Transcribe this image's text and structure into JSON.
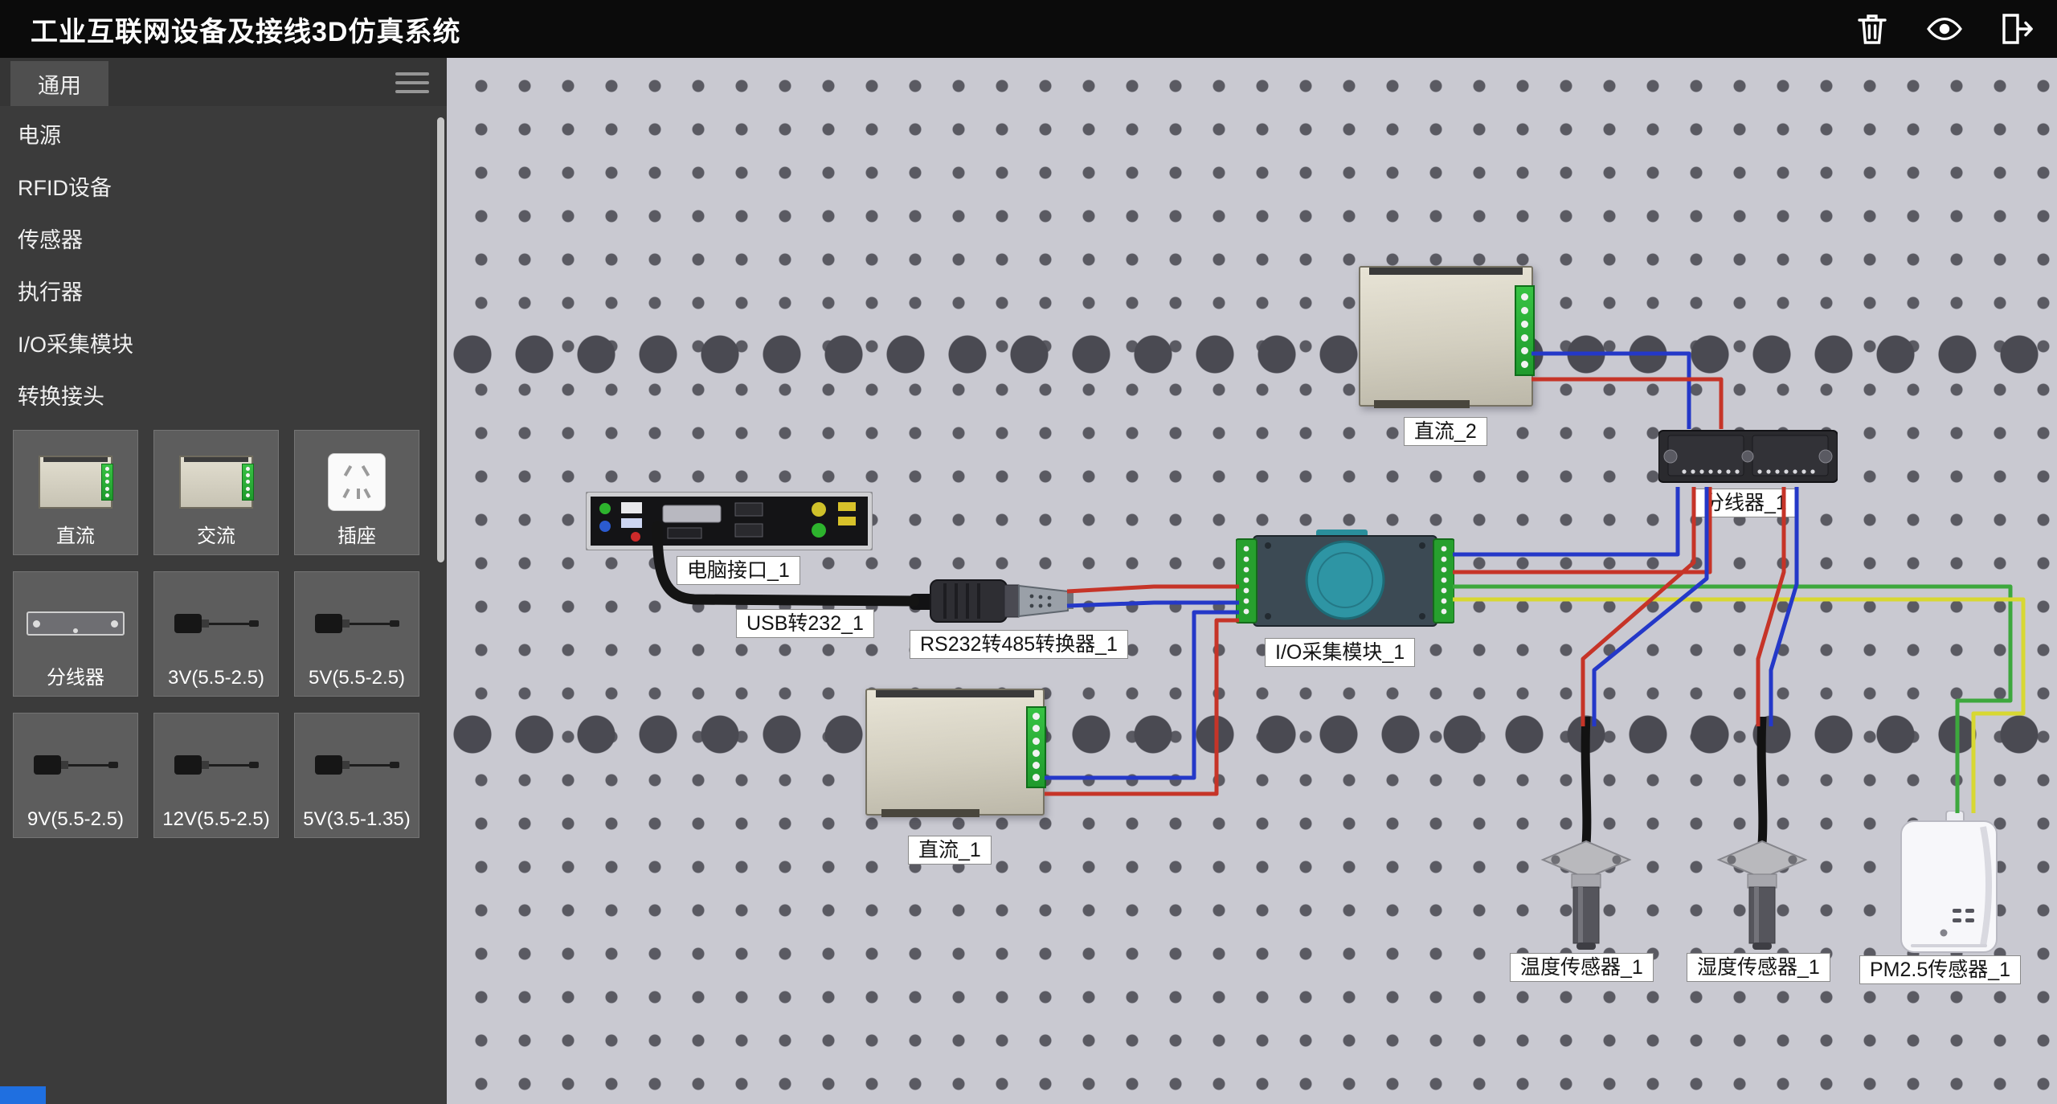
{
  "app": {
    "title": "工业互联网设备及接线3D仿真系统"
  },
  "topbar": {
    "icons": [
      {
        "name": "trash"
      },
      {
        "name": "preview-eye"
      },
      {
        "name": "exit"
      }
    ]
  },
  "sidebar": {
    "tab_label": "通用",
    "categories": [
      {
        "label": "电源"
      },
      {
        "label": "RFID设备"
      },
      {
        "label": "传感器"
      },
      {
        "label": "执行器"
      },
      {
        "label": "I/O采集模块"
      },
      {
        "label": "转换接头"
      }
    ],
    "tiles": [
      {
        "label": "直流"
      },
      {
        "label": "交流"
      },
      {
        "label": "插座"
      },
      {
        "label": "分线器"
      },
      {
        "label": "3V(5.5-2.5)"
      },
      {
        "label": "5V(5.5-2.5)"
      },
      {
        "label": "9V(5.5-2.5)"
      },
      {
        "label": "12V(5.5-2.5)"
      },
      {
        "label": "5V(3.5-1.35)"
      }
    ]
  },
  "canvas": {
    "device_labels": {
      "dc2": "直流_2",
      "splitter1": "分线器_1",
      "pc_port1": "电脑接口_1",
      "usb232_1": "USB转232_1",
      "rs232_485_1": "RS232转485转换器_1",
      "io_module1": "I/O采集模块_1",
      "dc1": "直流_1",
      "temp1": "温度传感器_1",
      "hum1": "湿度传感器_1",
      "pm25_1": "PM2.5传感器_1"
    },
    "wire_colors": {
      "red": "#c63428",
      "blue": "#2438c8",
      "green": "#3da83d",
      "yellow": "#d8d832",
      "black": "#141414"
    }
  }
}
